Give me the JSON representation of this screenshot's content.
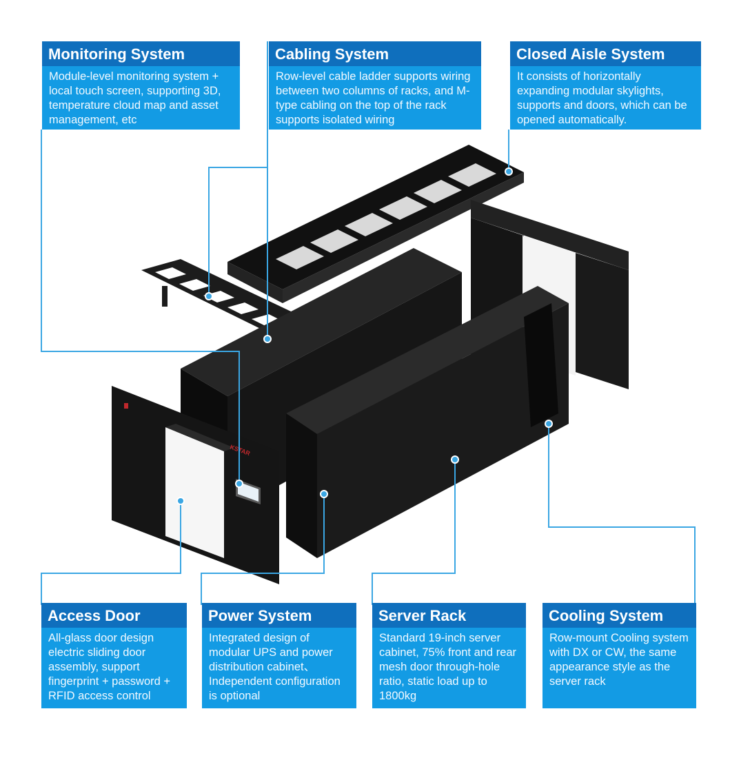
{
  "callouts": {
    "monitoring": {
      "title": "Monitoring System",
      "body": "Module-level monitoring system + local touch screen, supporting 3D, temperature cloud map and asset management, etc"
    },
    "cabling": {
      "title": "Cabling System",
      "body": "Row-level cable ladder supports wiring between two columns of racks, and M-type cabling on the top of the rack supports isolated wiring"
    },
    "closed_aisle": {
      "title": "Closed Aisle System",
      "body": "It consists of horizontally expanding modular skylights, supports and doors, which can be opened automatically."
    },
    "access_door": {
      "title": "Access Door",
      "body": "All-glass door design electric sliding door assembly, support fingerprint + password + RFID access control"
    },
    "power": {
      "title": "Power System",
      "body": "Integrated design of modular UPS and power distribution cabinet、Independent configuration is optional"
    },
    "server_rack": {
      "title": "Server Rack",
      "body": "Standard 19-inch server cabinet, 75% front and rear mesh door through-hole ratio, static load up to 1800kg"
    },
    "cooling": {
      "title": "Cooling System",
      "body": "Row-mount Cooling system with DX or CW, the same appearance style as the server rack"
    }
  },
  "brand_text": "KSTAR",
  "colors": {
    "title_bar": "#0f6fbd",
    "callout_body": "#139be4",
    "leader_line": "#3aa6e3",
    "rack_black": "#1b1b1b"
  }
}
